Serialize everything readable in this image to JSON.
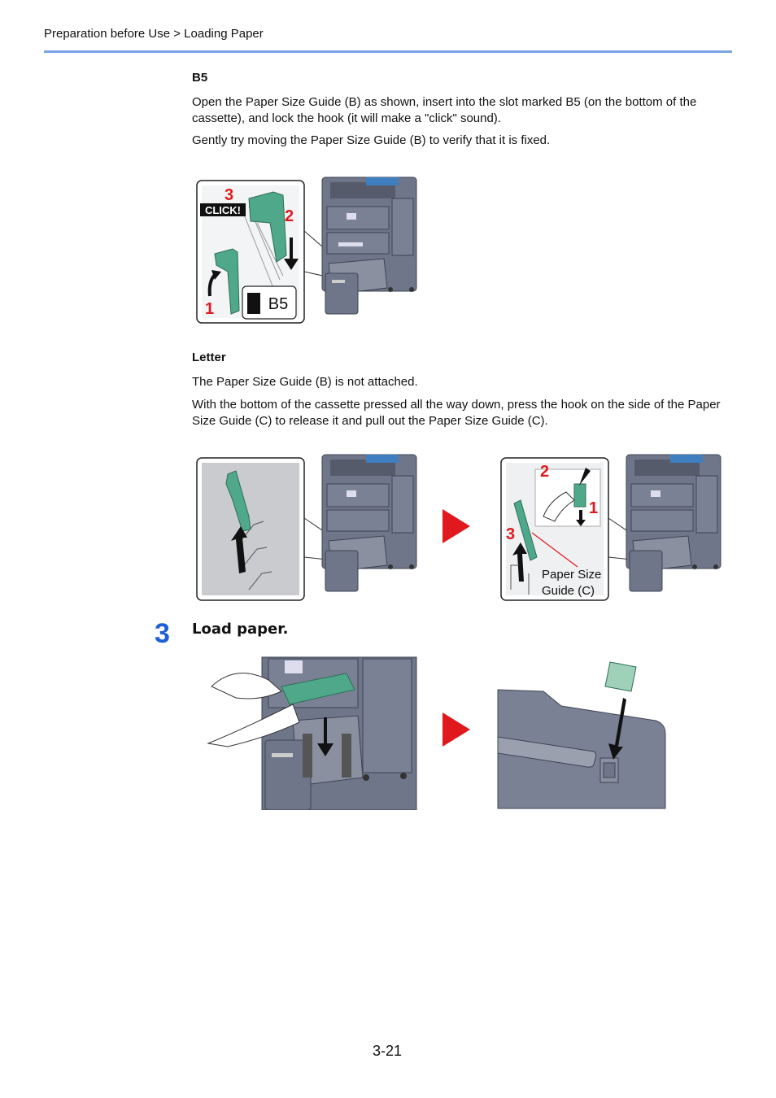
{
  "header": {
    "breadcrumb": "Preparation before Use > Loading Paper"
  },
  "b5": {
    "heading": "B5",
    "para1": "Open the Paper Size Guide (B) as shown, insert into the slot marked B5 (on the bottom of the cassette), and lock the hook (it will make a \"click\" sound).",
    "para2": "Gently try moving the Paper Size Guide (B) to verify that it is fixed.",
    "figure": {
      "click_label": "CLICK!",
      "callout_1": "1",
      "callout_2": "2",
      "callout_3": "3",
      "slot_label": "B5"
    }
  },
  "letter": {
    "heading": "Letter",
    "para1": "The Paper Size Guide (B) is not attached.",
    "para2": "With the bottom of the cassette pressed all the way down, press the hook on the side of the Paper Size Guide (C) to release it and pull out the Paper Size Guide (C).",
    "figure": {
      "callout_1": "1",
      "callout_2": "2",
      "callout_3": "3",
      "guide_label_line1": "Paper Size",
      "guide_label_line2": "Guide (C)"
    }
  },
  "step3": {
    "number": "3",
    "title": "Load paper."
  },
  "footer": {
    "page_number": "3-21"
  },
  "colors": {
    "accent_blue": "#1e5fd6",
    "header_rule": "#7aa2e6",
    "callout_red": "#e0191e",
    "guide_green": "#4fa889",
    "machine_gray": "#6f7689"
  }
}
